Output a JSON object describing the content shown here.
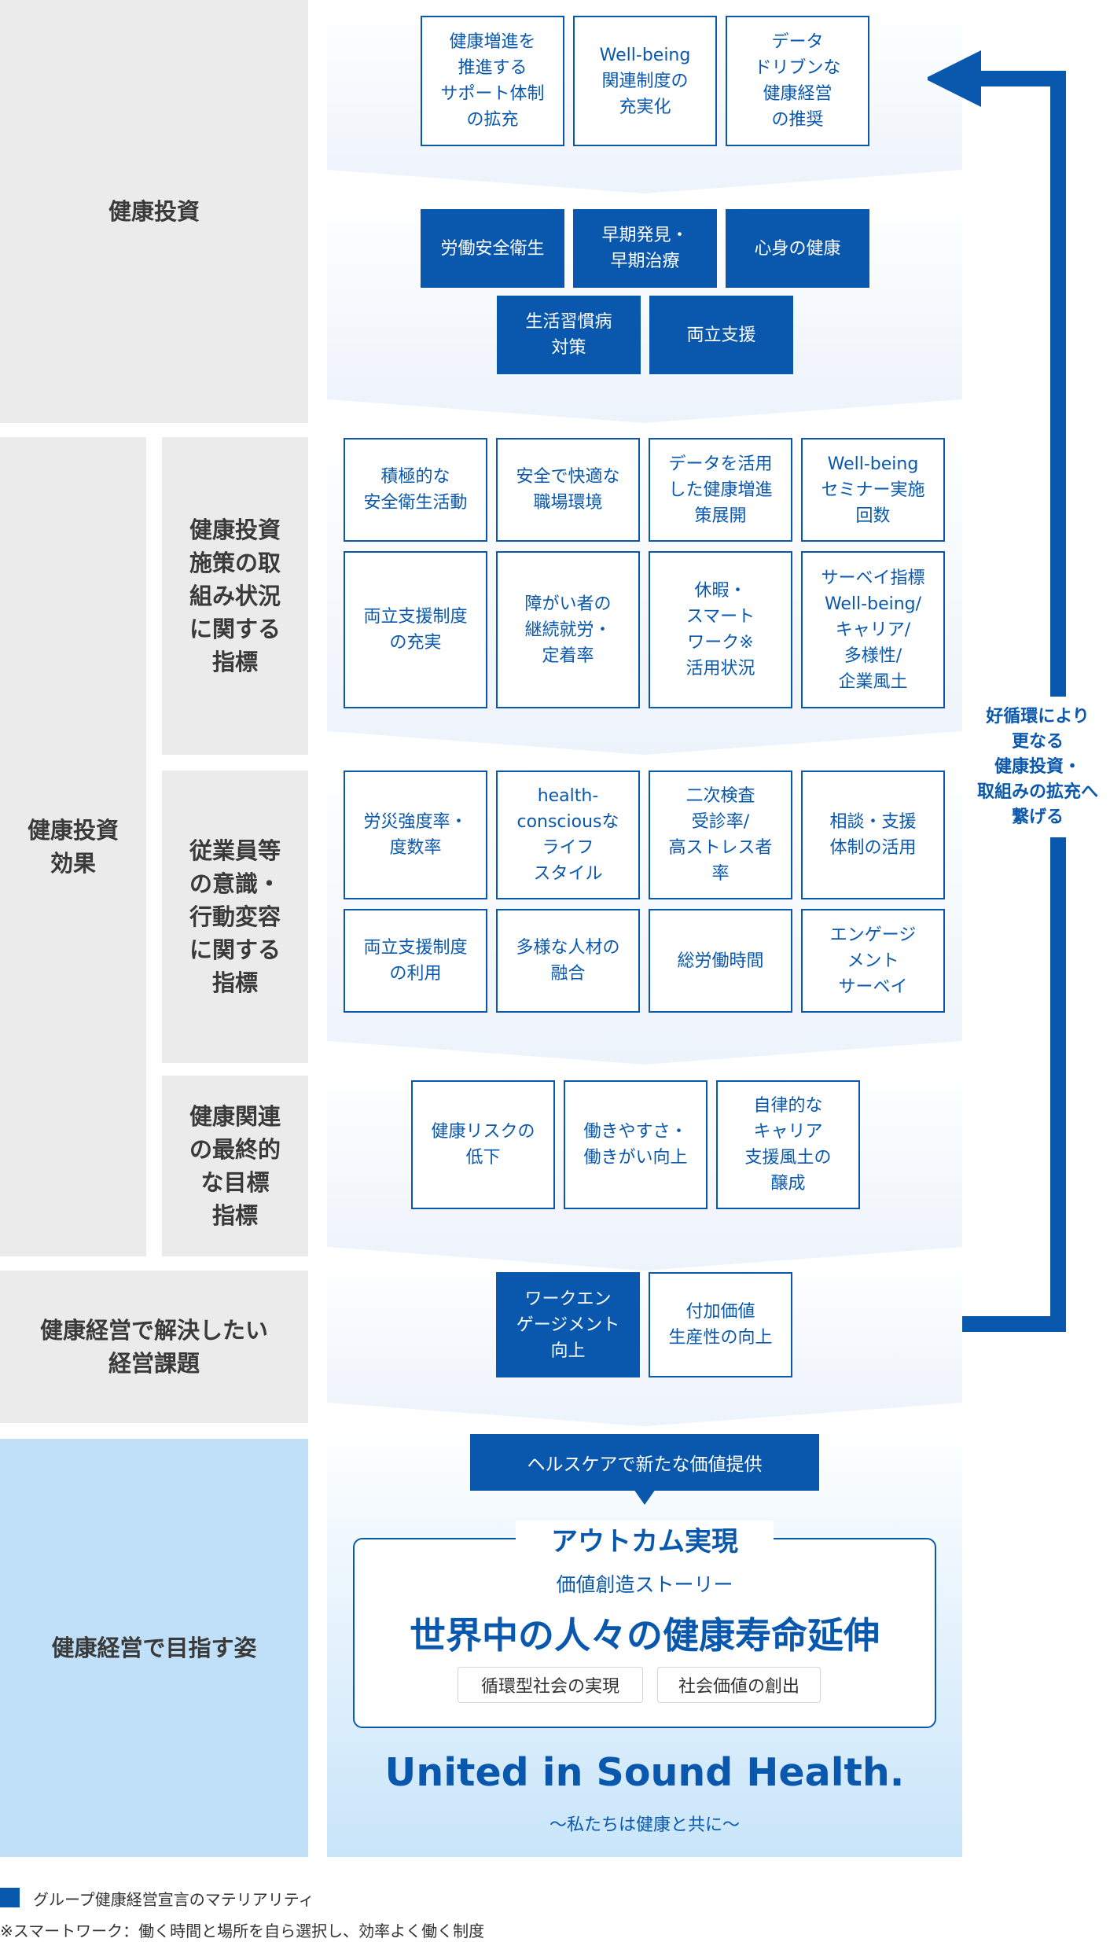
{
  "colors": {
    "primary": "#0a58ad",
    "label_bg": "#ebebeb",
    "goal_label_bg": "#bfe0f8"
  },
  "labels": {
    "investment": "健康投資",
    "effect": "健康投資\n効果",
    "effect_initiatives": "健康投資\n施策の取\n組み状況\nに関する\n指標",
    "effect_awareness": "従業員等\nの意識・\n行動変容\nに関する\n指標",
    "effect_final": "健康関連\nの最終的\nな目標\n指標",
    "issues": "健康経営で解決したい\n経営課題",
    "goal": "健康経営で目指す姿"
  },
  "investment_support": [
    "健康増進を\n推進する\nサポート体制\nの拡充",
    "Well-being\n関連制度の\n充実化",
    "データ\nドリブンな\n健康経営\nの推奨"
  ],
  "investment_measures": [
    "労働安全衛生",
    "早期発見・\n早期治療",
    "心身の健康",
    "生活習慣病\n対策",
    "両立支援"
  ],
  "initiative_indicators": [
    "積極的な\n安全衛生活動",
    "安全で快適な\n職場環境",
    "データを活用\nした健康増進\n策展開",
    "Well-being\nセミナー実施\n回数",
    "両立支援制度\nの充実",
    "障がい者の\n継続就労・\n定着率",
    "休暇・\nスマート\nワーク※\n活用状況",
    "サーベイ指標\nWell-being/\nキャリア/\n多様性/\n企業風土"
  ],
  "awareness_indicators": [
    "労災強度率・\n度数率",
    "health-\nconsciousな\nライフ\nスタイル",
    "二次検査\n受診率/\n高ストレス者\n率",
    "相談・支援\n体制の活用",
    "両立支援制度\nの利用",
    "多様な人材の\n融合",
    "総労働時間",
    "エンゲージ\nメント\nサーベイ"
  ],
  "final_indicators": [
    "健康リスクの\n低下",
    "働きやすさ・\n働きがい向上",
    "自律的な\nキャリア\n支援風土の\n醸成"
  ],
  "issues_items": [
    "ワークエン\nゲージメント\n向上",
    "付加価値\n生産性の向上"
  ],
  "goal": {
    "banner": "ヘルスケアで新たな価値提供",
    "outcome_heading": "アウトカム実現",
    "story_label": "価値創造ストーリー",
    "headline": "世界中の人々の健康寿命延伸",
    "tags": [
      "循環型社会の実現",
      "社会価値の創出"
    ],
    "slogan": "United in Sound Health.",
    "slogan_sub": "〜私たちは健康と共に〜"
  },
  "cycle_text": "好循環により\n更なる\n健康投資・\n取組みの拡充へ\n繋げる",
  "legend": "グループ健康経営宣言のマテリアリティ",
  "footnote": "※スマートワーク：働く時間と場所を自ら選択し、効率よく働く制度"
}
